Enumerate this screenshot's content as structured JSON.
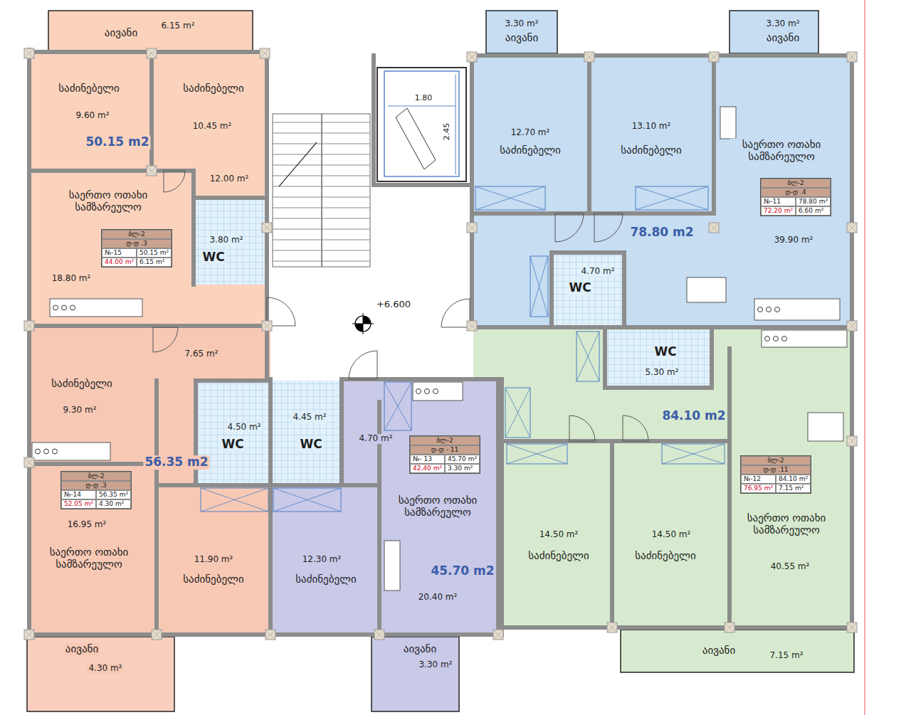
{
  "diagram": {
    "nodes": [
      {
        "text": [
          "50.15 m2"
        ]
      },
      {
        "text": [
          "აივანი",
          "6.15 m²"
        ],
        "in": 0
      },
      {
        "text": [
          "საძინებელი",
          "9.60 m²"
        ],
        "in": 0
      },
      {
        "text": [
          "საძინებელი",
          "10.45 m²"
        ],
        "in": 0
      },
      {
        "text": [
          "12.00 m²"
        ],
        "in": 0
      },
      {
        "text": [
          "საერთო ოთახი სამზარეულო",
          "18.80 m²"
        ],
        "in": 0
      },
      {
        "text": [
          "3.80 m²",
          "WC"
        ],
        "in": 0
      },
      {
        "text": [
          "ბლ-2",
          "დ-დ .3",
          "№-15",
          "50.15 m²",
          "44.00 m²",
          "6.15 m²"
        ],
        "in": 5
      },
      {
        "text": [
          "78.80 m2"
        ]
      },
      {
        "text": [
          "3.30 m²",
          "აივანი"
        ],
        "in": 8
      },
      {
        "text": [
          "3.30 m²",
          "აივანი"
        ],
        "in": 8
      },
      {
        "text": [
          "12.70 m²",
          "საძინებელი"
        ],
        "in": 8
      },
      {
        "text": [
          "13.10 m²",
          "საძინებელი"
        ],
        "in": 8
      },
      {
        "text": [
          "საერთო ოთახი სამზარეულო",
          "39.90 m²"
        ],
        "in": 8
      },
      {
        "text": [
          "ბლ-2",
          "დ-დ .4",
          "№-11",
          "78.80 m²",
          "72.20 m²",
          "6.60 m²"
        ],
        "in": 13
      },
      {
        "text": [
          "4.70 m²",
          "WC"
        ],
        "in": 8
      },
      {
        "text": [
          "56.35 m2"
        ]
      },
      {
        "text": [
          "საძინებელი",
          "9.30 m²"
        ],
        "in": 16
      },
      {
        "text": [
          "7.65 m²"
        ],
        "in": 16
      },
      {
        "text": [
          "4.50 m²",
          "WC"
        ],
        "in": 16
      },
      {
        "text": [
          "16.95 m²",
          "საერთო ოთახი სამზარეულო"
        ],
        "in": 16
      },
      {
        "text": [
          "ბლ-2",
          "დ-დ .3",
          "№-14",
          "56.35 m²",
          "52.05 m²",
          "4.30 m²"
        ],
        "in": 20
      },
      {
        "text": [
          "11.90 m²",
          "საძინებელი"
        ],
        "in": 16
      },
      {
        "text": [
          "აივანი",
          "4.30 m²"
        ],
        "in": 16
      },
      {
        "text": [
          "45.70 m2"
        ]
      },
      {
        "text": [
          "4.45 m²",
          "WC"
        ],
        "in": 24
      },
      {
        "text": [
          "4.70 m²"
        ],
        "in": 24
      },
      {
        "text": [
          "საერთო ოთახი სამზარეულო",
          "20.40 m²"
        ],
        "in": 24
      },
      {
        "text": [
          "ბლ-2",
          "დ-დ - 11",
          "№- 13",
          "45.70 m²",
          "42.40 m²",
          "3.30 m²"
        ],
        "in": 27
      },
      {
        "text": [
          "12.30 m²",
          "საძინებელი"
        ],
        "in": 24
      },
      {
        "text": [
          "აივანი",
          "3.30 m²"
        ],
        "in": 24
      },
      {
        "text": [
          "84.10 m2"
        ]
      },
      {
        "text": [
          "WC",
          "5.30 m²"
        ],
        "in": 31
      },
      {
        "text": [
          "14.50 m²",
          "საძინებელი"
        ],
        "in": 31
      },
      {
        "text": [
          "14.50 m²",
          "საძინებელი"
        ],
        "in": 31
      },
      {
        "text": [
          "საერთო ოთახი სამზარეულო",
          "40.55 m²"
        ],
        "in": 31
      },
      {
        "text": [
          "ბლ-2",
          "დ-დ .11",
          "№-12",
          "84.10 m²",
          "76.95 m²",
          "7.15 m²"
        ],
        "in": 35
      },
      {
        "text": [
          "აივანი",
          "7.15 m²"
        ],
        "in": 31
      }
    ],
    "labels": [
      "1.80",
      "2.45",
      "+6.600"
    ]
  }
}
